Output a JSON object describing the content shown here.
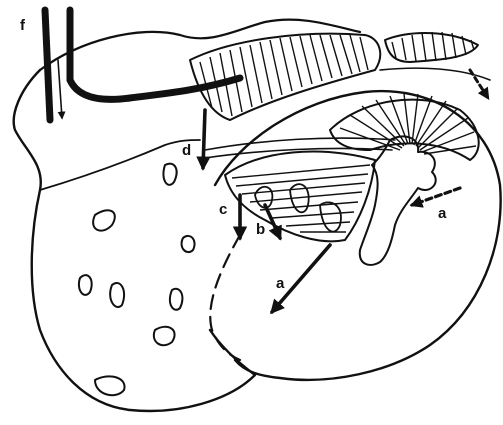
{
  "labels": {
    "f": "f",
    "d": "d",
    "c": "c",
    "b": "b",
    "a_right": "a",
    "a_center": "a"
  },
  "colors": {
    "ink": "#111111",
    "background": "#ffffff"
  }
}
